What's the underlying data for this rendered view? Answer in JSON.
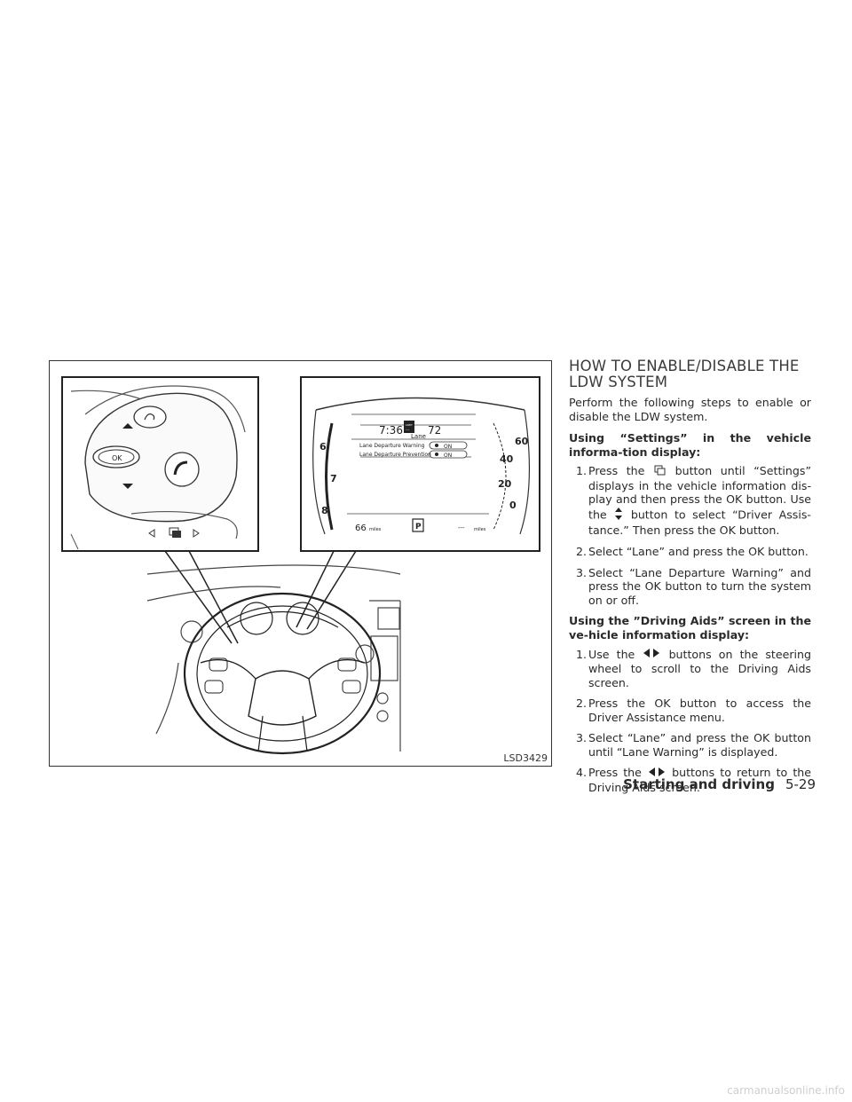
{
  "figure": {
    "code": "LSD3429"
  },
  "cluster": {
    "time": "7:36",
    "temp": "72",
    "limit_label": "LIMIT",
    "limit_value": "---",
    "menu_title": "Lane",
    "row1": "Lane Departure Warning",
    "row2": "Lane Departure Prevention",
    "on": "ON",
    "odo_value": "66",
    "odo_unit": "miles",
    "gear": "P",
    "range_value": "---",
    "range_unit": "miles",
    "tach": [
      "6",
      "7",
      "8"
    ],
    "speed": [
      "60",
      "40",
      "20",
      "0"
    ]
  },
  "wheel": {
    "ok": "OK"
  },
  "heading": "HOW TO ENABLE/DISABLE THE LDW SYSTEM",
  "intro": "Perform the following steps to enable or disable the LDW system.",
  "sub1": "Using “Settings” in the vehicle informa-tion display:",
  "steps1": [
    {
      "n": "1.",
      "a": "Press the",
      "b": "button until “Settings” displays in the vehicle information dis-play and then press the OK button. Use the",
      "c": "button to select “Driver Assis-tance.” Then press the OK button."
    },
    {
      "n": "2.",
      "t": "Select “Lane” and press the OK button."
    },
    {
      "n": "3.",
      "t": "Select “Lane Departure Warning” and press the OK button to turn the system on or off."
    }
  ],
  "sub2": "Using the ”Driving Aids” screen in the ve-hicle information display:",
  "steps2": [
    {
      "n": "1.",
      "a": "Use the",
      "b": "buttons on the steering wheel to scroll to the Driving Aids screen."
    },
    {
      "n": "2.",
      "t": "Press the OK button to access the Driver Assistance menu."
    },
    {
      "n": "3.",
      "t": "Select “Lane” and press the OK button until “Lane Warning” is displayed."
    },
    {
      "n": "4.",
      "a": "Press the",
      "b": "buttons to return to the Driving Aids screen."
    }
  ],
  "footer": {
    "section": "Starting and driving",
    "page": "5-29"
  },
  "watermark": "carmanualsonline.info"
}
